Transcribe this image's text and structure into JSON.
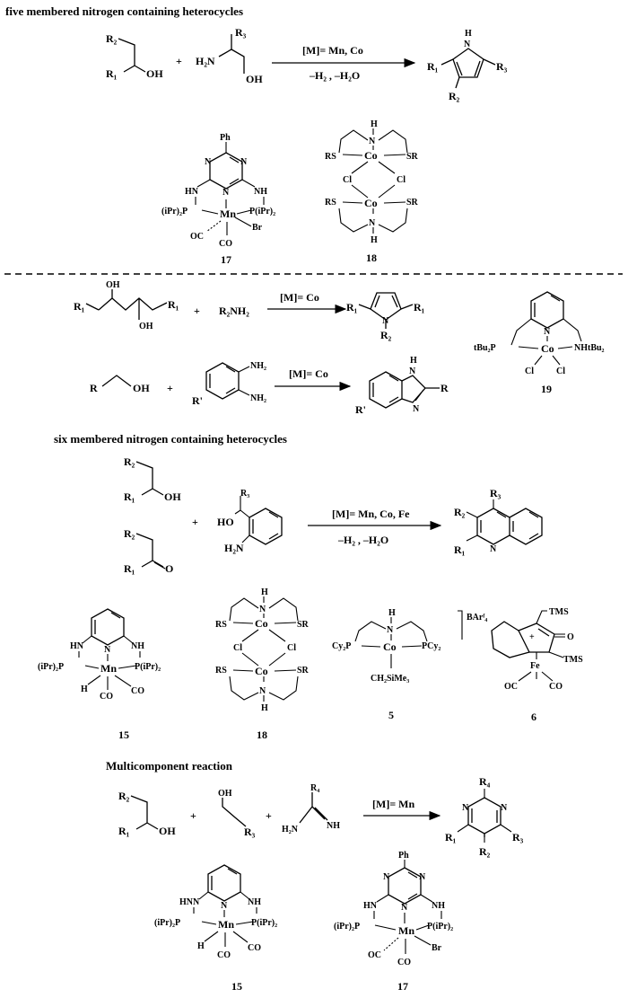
{
  "sections": {
    "five_membered": "five membered  nitrogen containing heterocycles",
    "six_membered": "six membered  nitrogen containing heterocycles",
    "multicomponent": "Multicomponent reaction"
  },
  "reactions": {
    "pyrrole": {
      "metal": "[M]= Mn, Co",
      "byproducts": "–H₂ , –H₂O"
    },
    "pyrrole2": {
      "metal": "[M]= Co"
    },
    "benzimidazole": {
      "metal": "[M]= Co"
    },
    "quinoline": {
      "metal": "[M]= Mn, Co, Fe",
      "byproducts": "–H₂ , –H₂O"
    },
    "pyrimidine": {
      "metal": "[M]= Mn"
    }
  },
  "plus": "+",
  "atoms": {
    "R1": "R₁",
    "R2": "R₂",
    "R3": "R₃",
    "R4": "R₄",
    "Rp": "R'",
    "R": "R",
    "OH": "OH",
    "HO": "HO",
    "O": "O",
    "H2N": "H₂N",
    "NH2": "NH₂",
    "R2NH2": "R₂NH₂",
    "N": "N",
    "H": "H",
    "NH": "NH",
    "HN": "HN",
    "HNN": "HNN",
    "Ph": "Ph",
    "Mn": "Mn",
    "Co": "Co",
    "Fe": "Fe",
    "Br": "Br",
    "CO": "CO",
    "OC": "OC",
    "Cl": "Cl",
    "RS": "RS",
    "SR": "SR",
    "S": "S",
    "iPr2P": "(iPr)₂P",
    "PiPr2": "P(iPr)₂",
    "tBu2P": "tBu₂P",
    "NHtBu2": "NHtBu₂",
    "Cy2P": "Cy₂P",
    "PCy2": "PCy₂",
    "CH2SiMe3": "CH₂SiMe₃",
    "BArF4": "BArᶠ₄",
    "TMS": "TMS",
    "plusCharge": "+"
  },
  "compounds": {
    "c17": "17",
    "c18": "18",
    "c19": "19",
    "c15": "15",
    "c5": "5",
    "c6": "6"
  }
}
